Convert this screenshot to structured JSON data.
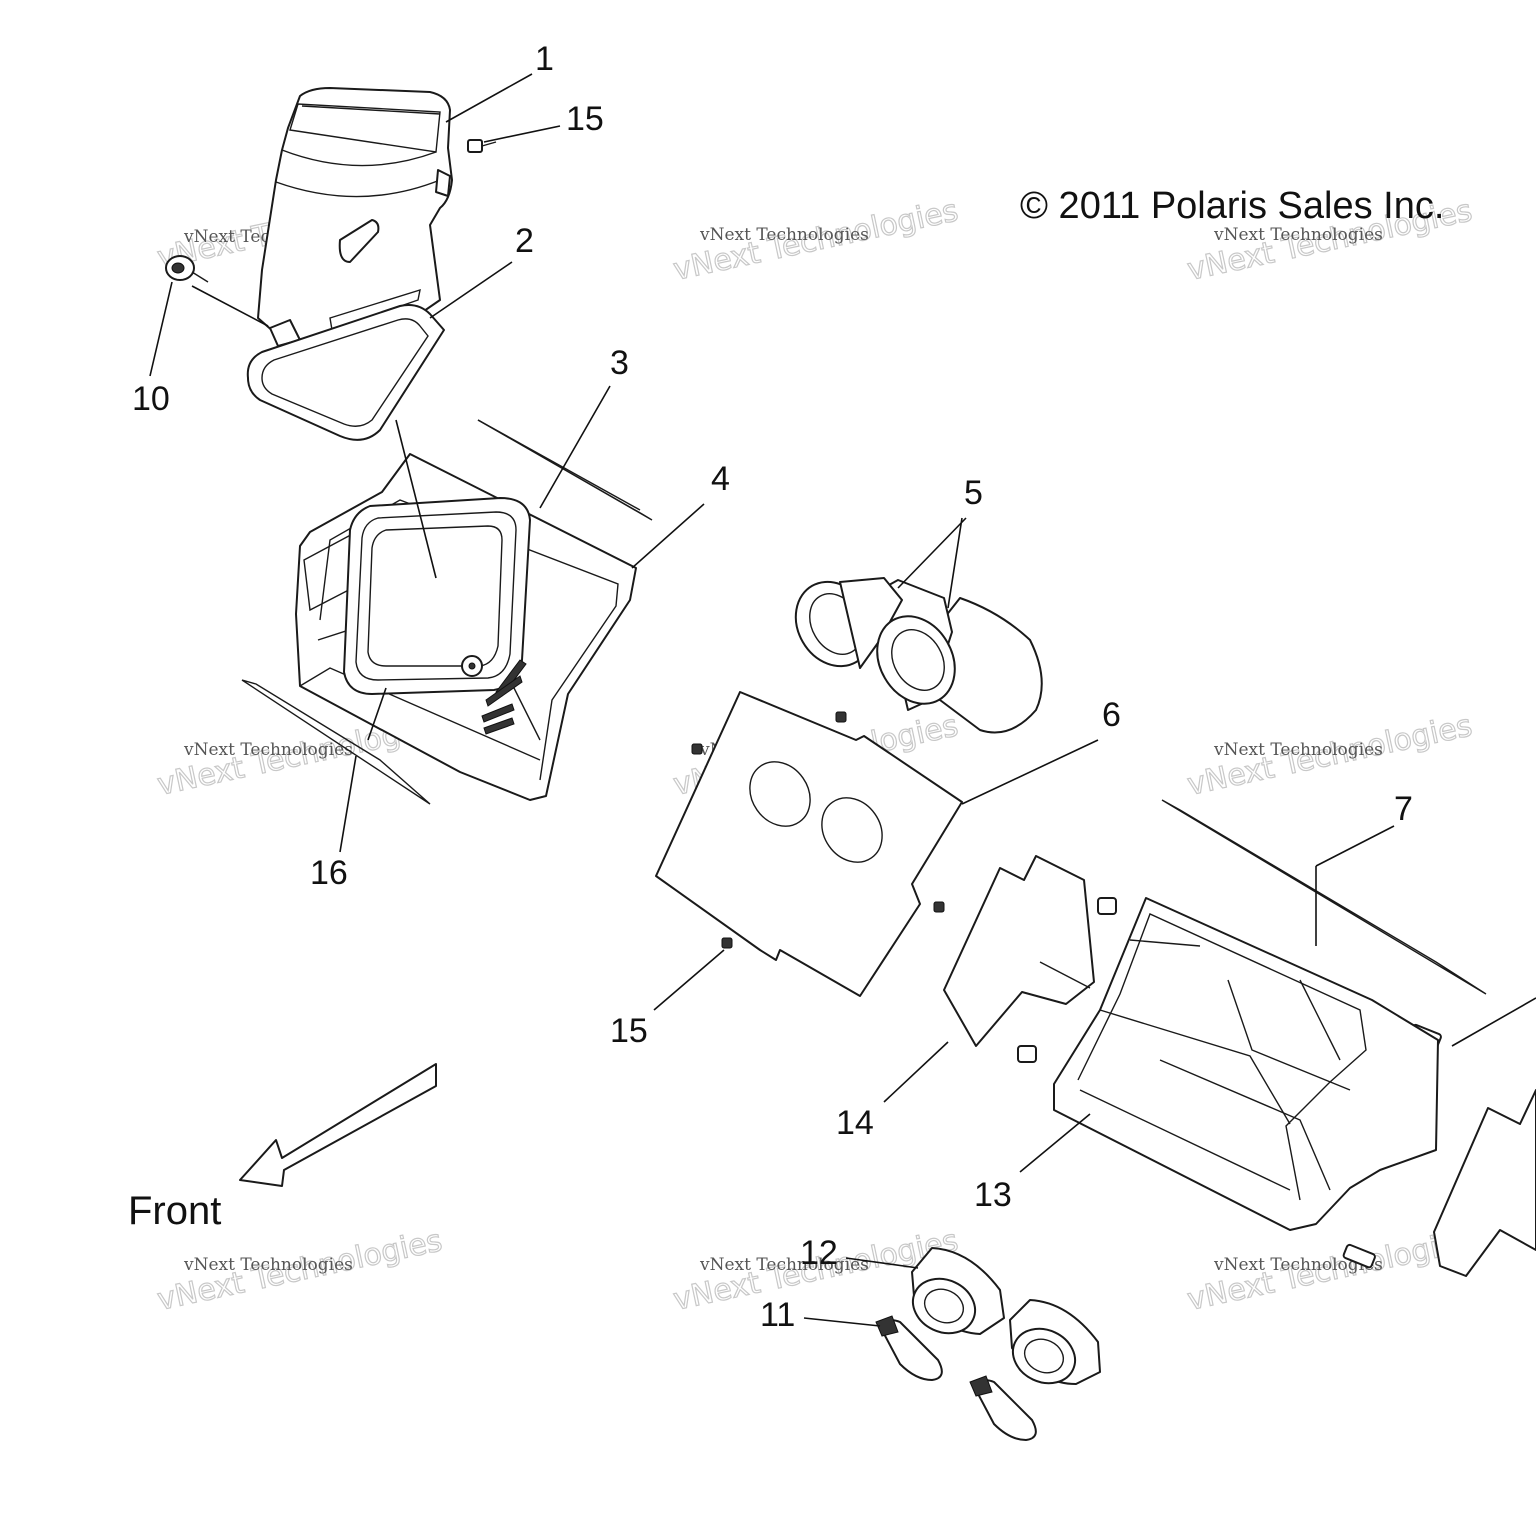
{
  "copyright": "© 2011 Polaris Sales Inc.",
  "front_label": "Front",
  "watermark": {
    "line1": "vNext Technologies",
    "line2": "vNext Technologies"
  },
  "callouts": {
    "c1": "1",
    "c2": "2",
    "c3": "3",
    "c4": "4",
    "c5": "5",
    "c6": "6",
    "c7": "7",
    "c10": "10",
    "c11": "11",
    "c12": "12",
    "c13": "13",
    "c14": "14",
    "c15a": "15",
    "c15b": "15",
    "c16": "16"
  }
}
